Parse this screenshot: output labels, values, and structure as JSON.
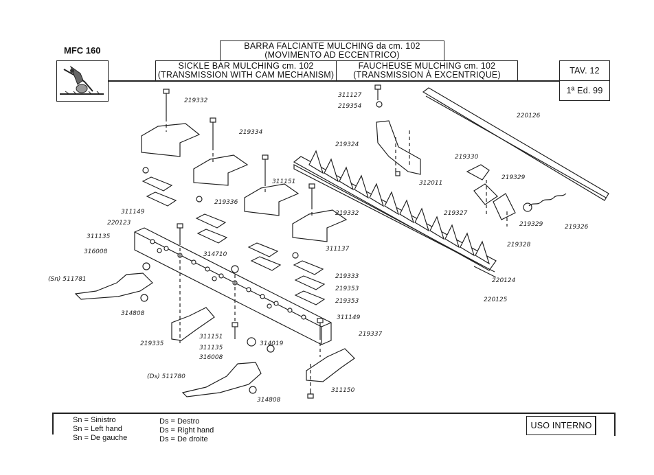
{
  "header": {
    "model": "MFC 160",
    "title_it_line1": "BARRA FALCIANTE MULCHING da cm. 102",
    "title_it_line2": "(MOVIMENTO AD ECCENTRICO)",
    "title_en_line1": "SICKLE BAR MULCHING cm. 102",
    "title_en_line2": "(TRANSMISSION WITH CAM MECHANISM)",
    "title_fr_line1": "FAUCHEUSE MULCHING cm. 102",
    "title_fr_line2": "(TRANSMISSION À EXCENTRIQUE)",
    "table": "TAV. 12",
    "edition": "1ª Ed. 99"
  },
  "parts": [
    {
      "code": "219332"
    },
    {
      "code": "219334"
    },
    {
      "code": "311149"
    },
    {
      "code": "220123"
    },
    {
      "code": "311135"
    },
    {
      "code": "316008"
    },
    {
      "code": "(Sn) 511781"
    },
    {
      "code": "314808"
    },
    {
      "code": "219336"
    },
    {
      "code": "311151"
    },
    {
      "code": "314710"
    },
    {
      "code": "219332"
    },
    {
      "code": "311137"
    },
    {
      "code": "219333"
    },
    {
      "code": "219353"
    },
    {
      "code": "219353"
    },
    {
      "code": "219335"
    },
    {
      "code": "311151"
    },
    {
      "code": "311135"
    },
    {
      "code": "316008"
    },
    {
      "code": "314019"
    },
    {
      "code": "(Ds) 511780"
    },
    {
      "code": "314808"
    },
    {
      "code": "311149"
    },
    {
      "code": "219337"
    },
    {
      "code": "311150"
    },
    {
      "code": "311127"
    },
    {
      "code": "219354"
    },
    {
      "code": "219324"
    },
    {
      "code": "312011"
    },
    {
      "code": "220126"
    },
    {
      "code": "219330"
    },
    {
      "code": "219329"
    },
    {
      "code": "219327"
    },
    {
      "code": "219329"
    },
    {
      "code": "219328"
    },
    {
      "code": "219326"
    },
    {
      "code": "220124"
    },
    {
      "code": "220125"
    }
  ],
  "legend": {
    "sn": [
      "Sn = Sinistro",
      "Sn = Left hand",
      "Sn = De gauche"
    ],
    "ds": [
      "Ds = Destro",
      "Ds = Right hand",
      "Ds = De droite"
    ]
  },
  "footer": {
    "internal": "USO INTERNO"
  }
}
